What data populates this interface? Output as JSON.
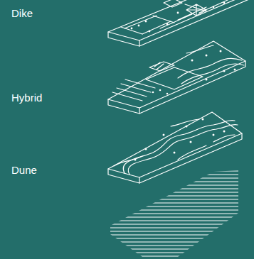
{
  "diagram": {
    "labels": [
      "Dike",
      "Hybrid",
      "Dune"
    ]
  }
}
